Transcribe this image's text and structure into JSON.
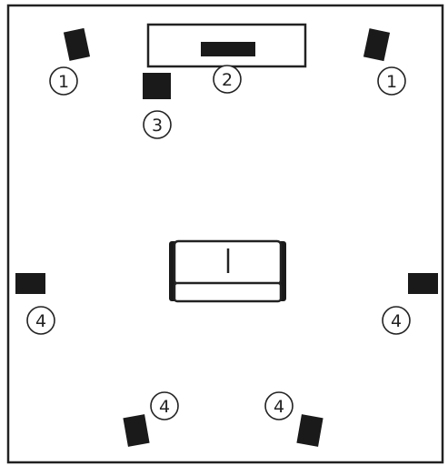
{
  "diagram": {
    "room_label": "",
    "markers": {
      "front_left": "1",
      "center": "2",
      "subwoofer": "3",
      "front_right": "1",
      "side_left": "4",
      "side_right": "4",
      "rear_left": "4",
      "rear_right": "4"
    },
    "colors": {
      "line": "#222222",
      "fill": "#1a1a1a",
      "background": "#ffffff"
    }
  }
}
